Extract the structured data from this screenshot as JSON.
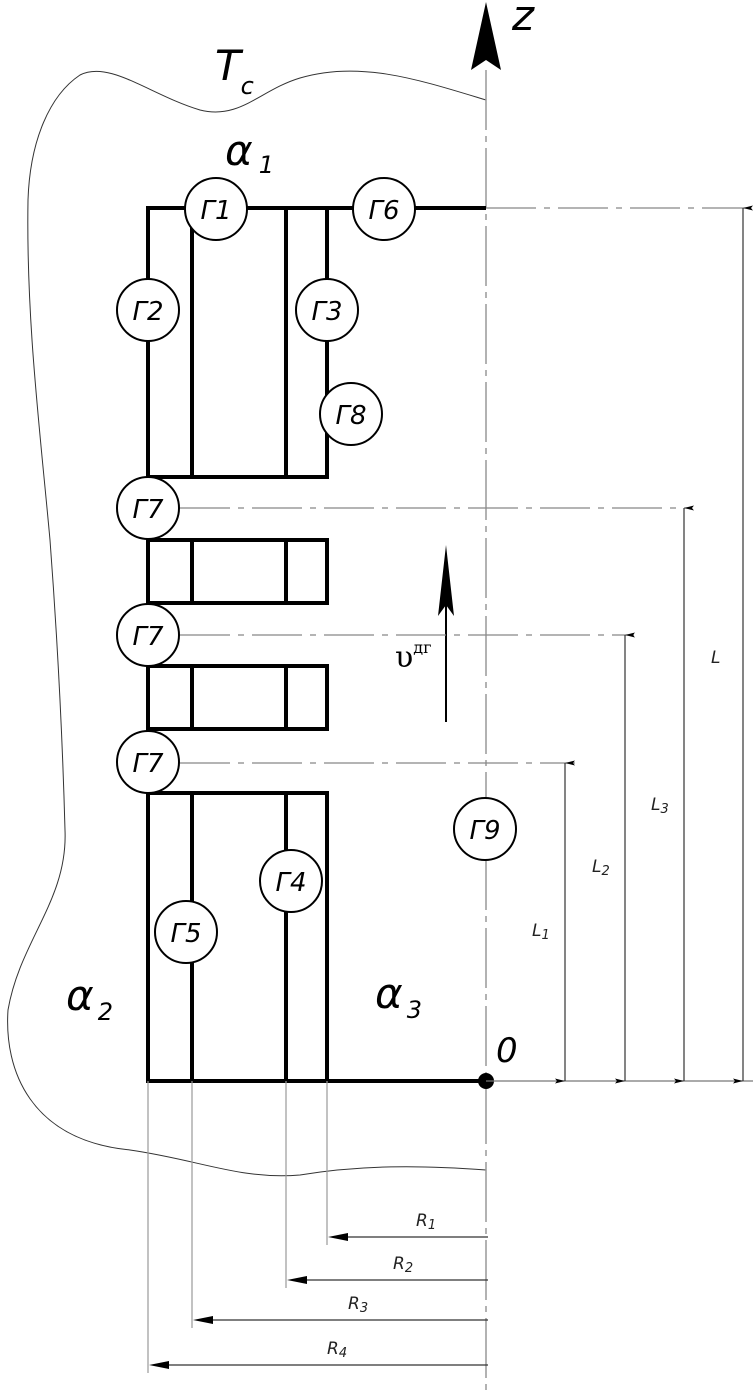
{
  "diagram": {
    "title": "Calculation scheme of a multi-section body in a medium",
    "axis": {
      "label": "z",
      "origin_label": "0"
    },
    "medium": {
      "temperature_label": "T",
      "temperature_sub": "c"
    },
    "heat_transfer": [
      {
        "id": "alpha1",
        "symbol": "α",
        "sub": "1"
      },
      {
        "id": "alpha2",
        "symbol": "α",
        "sub": "2"
      },
      {
        "id": "alpha3",
        "symbol": "α",
        "sub": "3"
      }
    ],
    "velocity": {
      "symbol": "υ",
      "sup": "дг"
    },
    "boundaries": [
      {
        "id": "G1",
        "label": "Г1"
      },
      {
        "id": "G2",
        "label": "Г2"
      },
      {
        "id": "G3",
        "label": "Г3"
      },
      {
        "id": "G4",
        "label": "Г4"
      },
      {
        "id": "G5",
        "label": "Г5"
      },
      {
        "id": "G6",
        "label": "Г6"
      },
      {
        "id": "G7a",
        "label": "Г7"
      },
      {
        "id": "G7b",
        "label": "Г7"
      },
      {
        "id": "G7c",
        "label": "Г7"
      },
      {
        "id": "G8",
        "label": "Г8"
      },
      {
        "id": "G9",
        "label": "Г9"
      }
    ],
    "dimensions": {
      "lengths": [
        {
          "id": "L1",
          "label": "L",
          "sub": "1"
        },
        {
          "id": "L2",
          "label": "L",
          "sub": "2"
        },
        {
          "id": "L3",
          "label": "L",
          "sub": "3"
        },
        {
          "id": "L",
          "label": "L",
          "sub": ""
        }
      ],
      "radii": [
        {
          "id": "R1",
          "label": "R",
          "sub": "1"
        },
        {
          "id": "R2",
          "label": "R",
          "sub": "2"
        },
        {
          "id": "R3",
          "label": "R",
          "sub": "3"
        },
        {
          "id": "R4",
          "label": "R",
          "sub": "4"
        }
      ]
    }
  }
}
